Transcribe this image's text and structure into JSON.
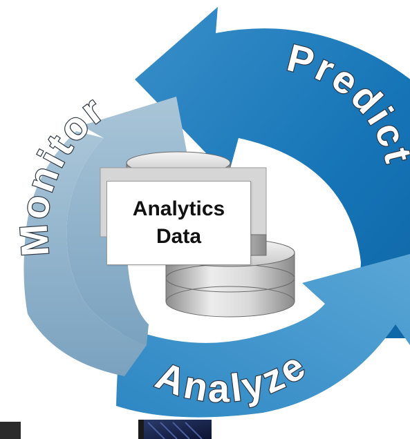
{
  "cycle": {
    "stages": [
      {
        "label": "Predict",
        "color": "#1675b7"
      },
      {
        "label": "Analyze",
        "color": "#3f94cc"
      },
      {
        "label": "Monitor",
        "color": "#8fb1c9"
      }
    ]
  },
  "center": {
    "line1": "Analytics",
    "line2": "Data",
    "icon": "database-stack-icon"
  },
  "thumbnail": {
    "icon": "server-rack-icon"
  }
}
